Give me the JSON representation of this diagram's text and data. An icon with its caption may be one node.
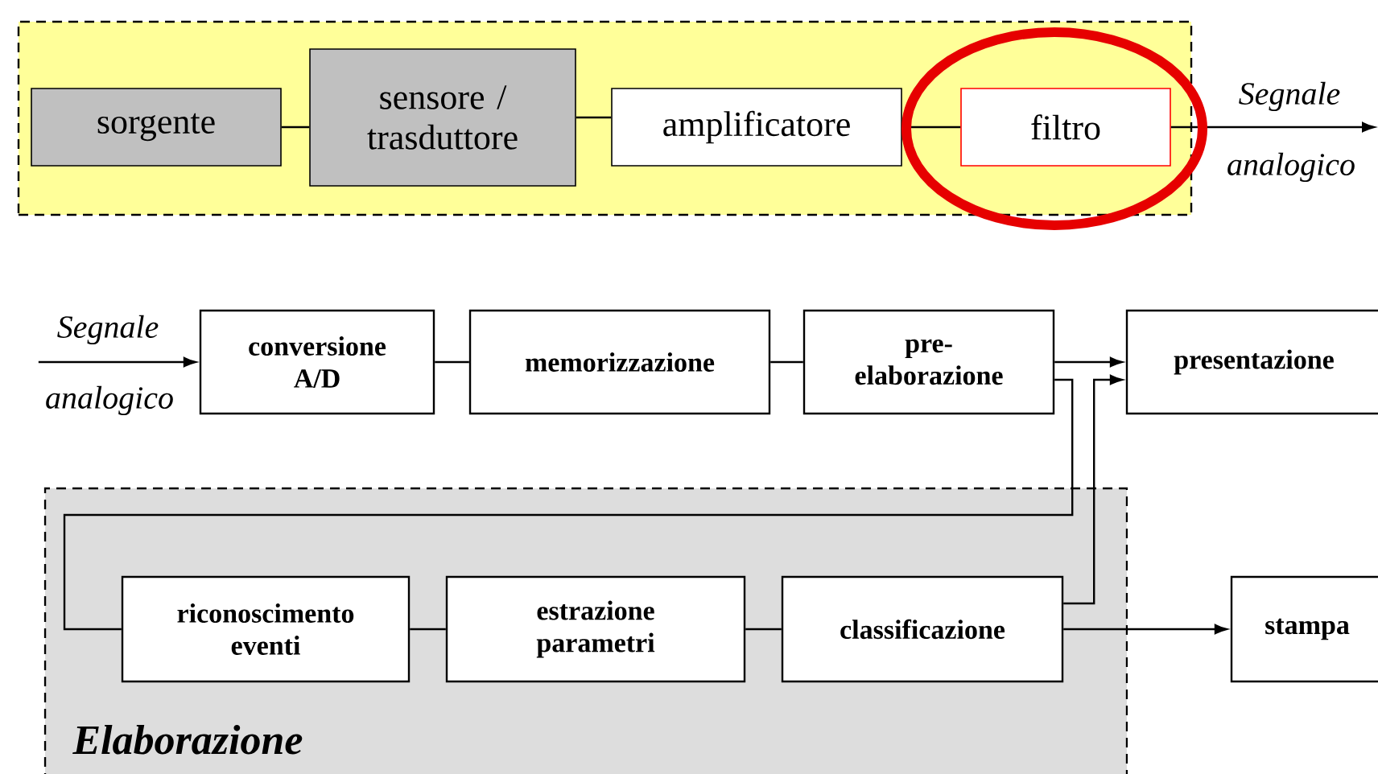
{
  "diagram": {
    "nodes": [
      {
        "text": [],
        "shape": "box"
      },
      {
        "text": [
          "sorgente"
        ],
        "in": 0
      },
      {
        "text": [
          "sensore / trasduttore"
        ],
        "in": 0
      },
      {
        "text": [
          "amplificatore"
        ],
        "in": 0
      },
      {
        "text": [
          "filtro"
        ],
        "in": 0
      },
      {
        "text": [
          "conversione A/D"
        ]
      },
      {
        "text": [
          "memorizzazione"
        ]
      },
      {
        "text": [
          "pre- elaborazione"
        ]
      },
      {
        "text": [
          "presentazione"
        ]
      },
      {
        "text": [
          "Elaborazione"
        ]
      },
      {
        "text": [
          "riconoscimento eventi"
        ],
        "in": 9
      },
      {
        "text": [
          "estrazione parametri"
        ],
        "in": 9
      },
      {
        "text": [
          "classificazione"
        ],
        "in": 9
      },
      {
        "text": [
          "stampa"
        ]
      }
    ],
    "edges": [
      {
        "from": 1,
        "to": 2,
        "arrow": "none"
      },
      {
        "from": 2,
        "to": 3,
        "arrow": "none"
      },
      {
        "from": 3,
        "to": 4,
        "arrow": "none"
      },
      {
        "from": 4,
        "to": null,
        "arrow": "to",
        "label": "Segnale analogico"
      },
      {
        "from": null,
        "to": 5,
        "arrow": "to",
        "label": "Segnale analogico"
      },
      {
        "from": 5,
        "to": 6,
        "arrow": "none"
      },
      {
        "from": 6,
        "to": 7,
        "arrow": "none"
      },
      {
        "from": 7,
        "to": 8,
        "arrow": "to"
      },
      {
        "from": 7,
        "to": 10,
        "arrow": "none"
      },
      {
        "from": 10,
        "to": 11,
        "arrow": "none"
      },
      {
        "from": 11,
        "to": 12,
        "arrow": "none"
      },
      {
        "from": 12,
        "to": 8,
        "arrow": "to"
      },
      {
        "from": 12,
        "to": 13,
        "arrow": "to"
      }
    ]
  }
}
